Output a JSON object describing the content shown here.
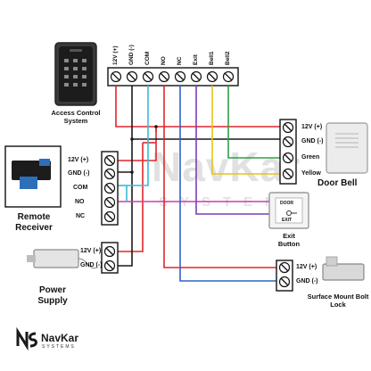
{
  "controller": {
    "terminals": [
      "12V (+)",
      "GND (-)",
      "COM",
      "NO",
      "NC",
      "Exit",
      "Bell1",
      "Bell2"
    ],
    "name": "Access Control System"
  },
  "receiver": {
    "terminals": [
      "12V (+)",
      "GND (-)",
      "COM",
      "NO",
      "NC"
    ],
    "name": "Remote Receiver"
  },
  "power": {
    "terminals": [
      "12V (+)",
      "GND (-)"
    ],
    "name": "Power Supply"
  },
  "doorbell": {
    "terminals": [
      "12V (+)",
      "GND (-)",
      "Green",
      "Yellow"
    ],
    "name": "Door Bell"
  },
  "exit_button": {
    "name": "Exit Button",
    "plate_text": [
      "DOOR",
      "EXIT"
    ]
  },
  "lock": {
    "terminals": [
      "12V (+)",
      "GND (-)"
    ],
    "name": "Surface Mount Bolt Lock"
  },
  "watermark": {
    "brand": "NavKar",
    "sub": "SYSTEMS"
  },
  "logo": {
    "brand": "NavKar",
    "sub": "SYSTEMS"
  },
  "colors": {
    "red": "#e0262b",
    "black": "#1a1a1a",
    "green": "#2f9e48",
    "yellow": "#e8c21a",
    "purple": "#7b3fb5",
    "blue": "#2f63c8",
    "cyan": "#3cb8d8",
    "magenta": "#d23aa8"
  }
}
